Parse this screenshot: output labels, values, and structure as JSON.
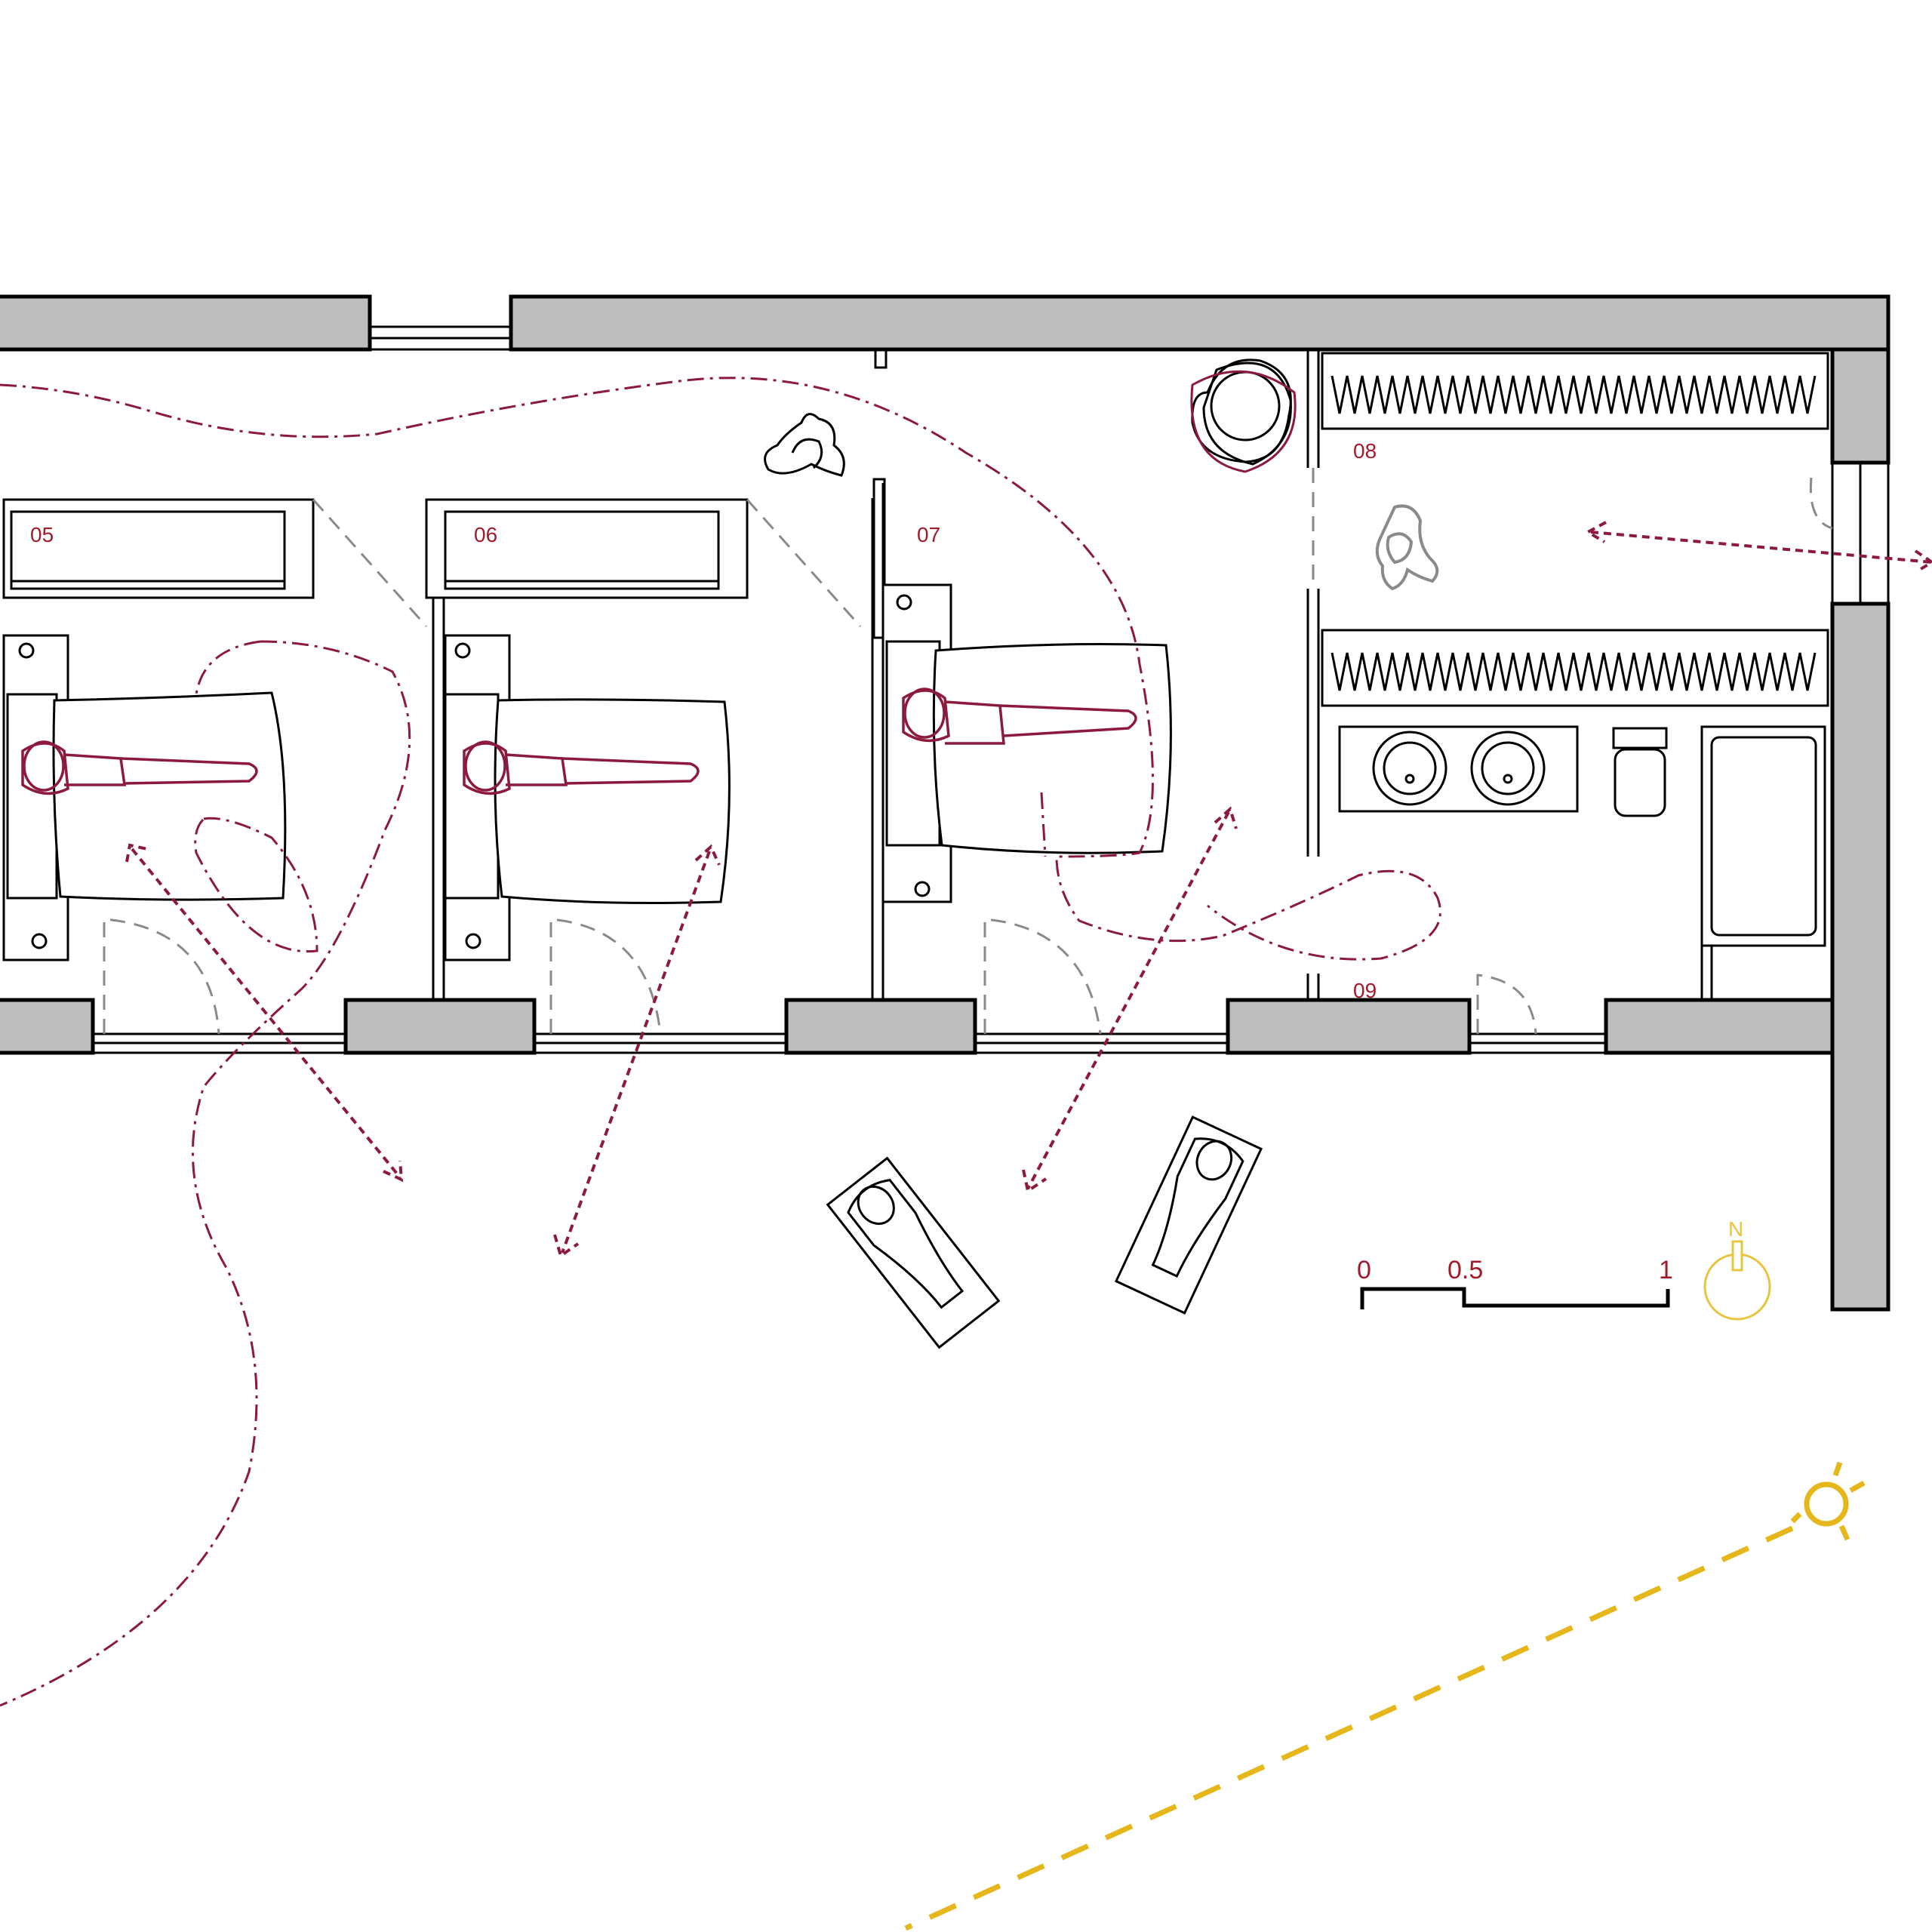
{
  "rooms": [
    {
      "id": "05"
    },
    {
      "id": "06"
    },
    {
      "id": "07"
    },
    {
      "id": "08"
    },
    {
      "id": "09"
    }
  ],
  "scale_bar": {
    "labels": [
      "0",
      "0.5",
      "1"
    ]
  },
  "north_arrow": {
    "label": "N"
  },
  "colors": {
    "wall_fill": "#bdbdbd",
    "annotation": "#8c1a3c",
    "room_label": "#a01c2c",
    "sun": "#e6b71a",
    "north": "#e8c440"
  },
  "icons": [
    "sun-icon",
    "north-arrow-icon",
    "bed-icon",
    "sink-icon",
    "toilet-icon",
    "bathtub-icon",
    "plant-icon",
    "chair-icon"
  ]
}
